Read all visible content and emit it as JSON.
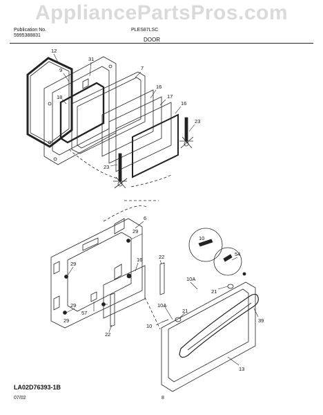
{
  "watermark": "AppliancePartsPros.com",
  "header": {
    "pub_label": "Publication No.",
    "pub_number": "5995388831",
    "model": "PLES87LSC",
    "section": "DOOR"
  },
  "footer": {
    "figure_code": "LA02D76393-1B",
    "date": "07/02",
    "page": "8"
  },
  "callouts": {
    "c12": "12",
    "c9": "9",
    "c31": "31",
    "c7": "7",
    "c18": "18",
    "c16a": "16",
    "c17": "17",
    "c16b": "16",
    "c23a": "23",
    "c23b": "23",
    "c6": "6",
    "c29a": "29",
    "c29b": "29",
    "c16c": "16",
    "c57": "57",
    "c29c": "29",
    "c29d": "29",
    "c22a": "22",
    "c22b": "22",
    "c10a": "10",
    "c54": "54",
    "c10A1": "10A",
    "c21a": "21",
    "c10A2": "10A",
    "c21b": "21",
    "c10b": "10",
    "c39": "39",
    "c13": "13"
  }
}
